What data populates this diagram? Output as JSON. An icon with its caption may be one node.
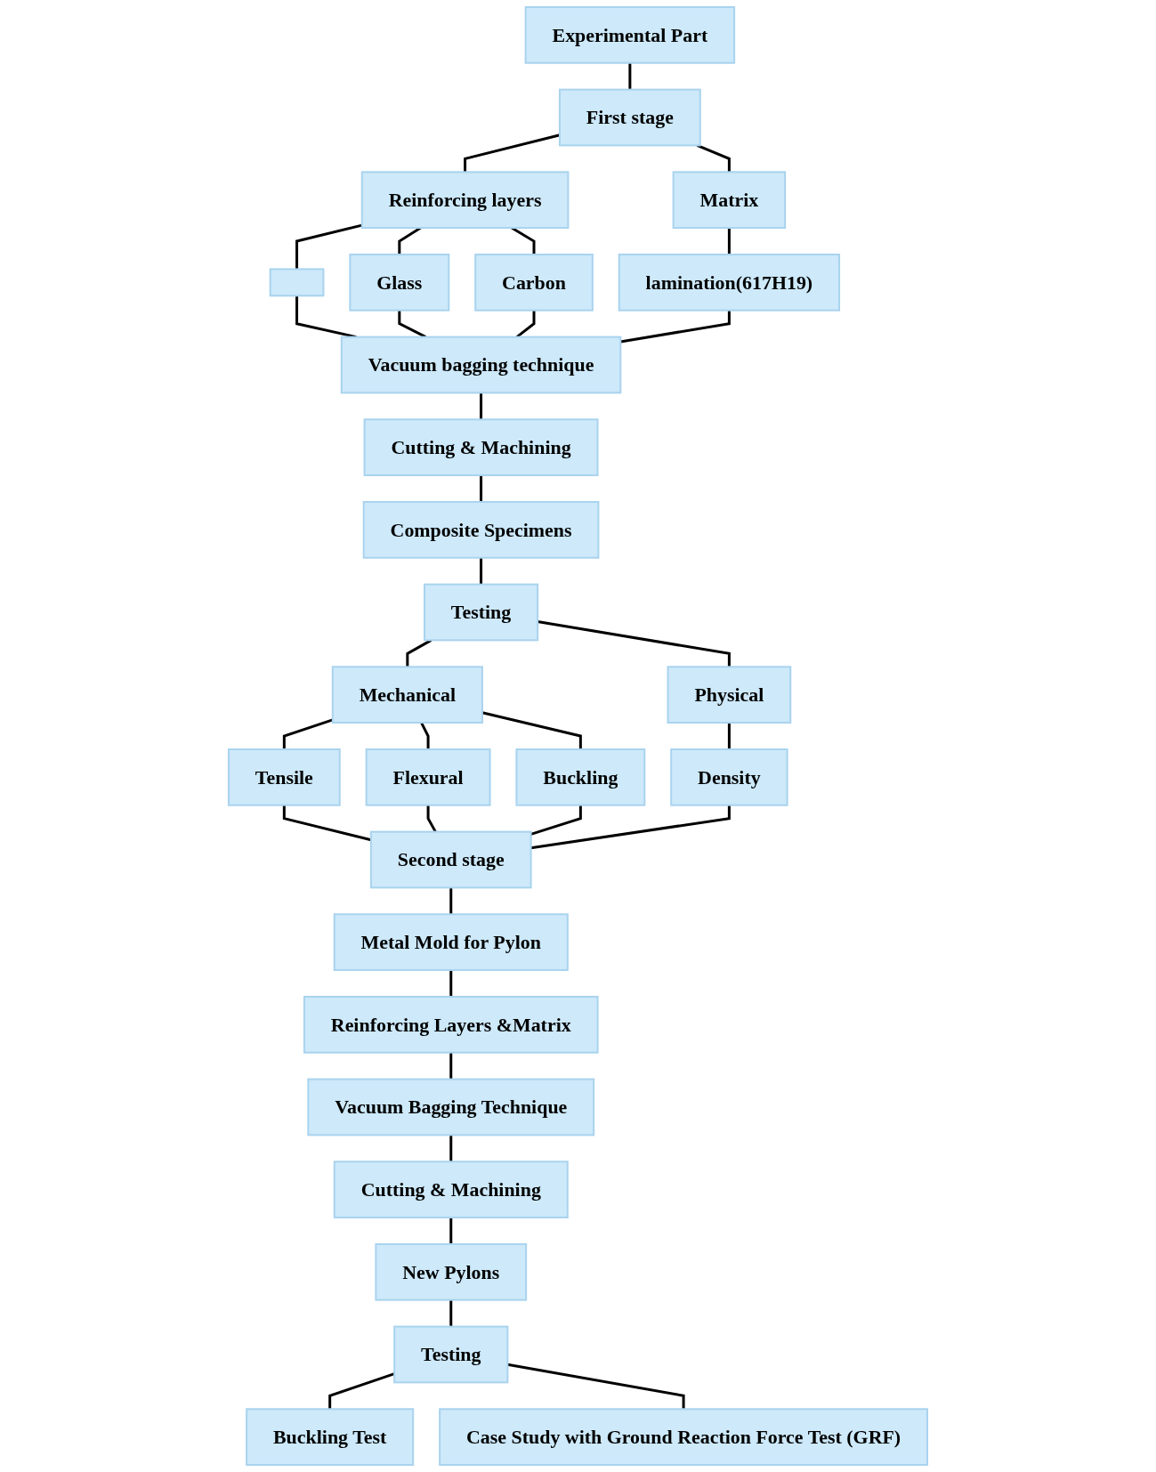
{
  "diagram": {
    "nodes": [
      {
        "text": [
          "Experimental Part"
        ]
      },
      {
        "text": [
          "First stage"
        ]
      },
      {
        "text": [
          "Reinforcing layers"
        ]
      },
      {
        "text": [
          "Matrix"
        ]
      },
      {
        "text": [],
        "shape": "box"
      },
      {
        "text": [
          "Glass"
        ]
      },
      {
        "text": [
          "Carbon"
        ]
      },
      {
        "text": [
          "lamination(617H19)"
        ]
      },
      {
        "text": [
          "Vacuum bagging technique"
        ]
      },
      {
        "text": [
          "Cutting & Machining"
        ]
      },
      {
        "text": [
          "Composite Specimens"
        ]
      },
      {
        "text": [
          "Testing"
        ]
      },
      {
        "text": [
          "Mechanical"
        ]
      },
      {
        "text": [
          "Physical"
        ]
      },
      {
        "text": [
          "Tensile"
        ]
      },
      {
        "text": [
          "Flexural"
        ]
      },
      {
        "text": [
          "Buckling"
        ]
      },
      {
        "text": [
          "Density"
        ]
      },
      {
        "text": [
          "Second stage"
        ]
      },
      {
        "text": [
          "Metal Mold for Pylon"
        ]
      },
      {
        "text": [
          "Reinforcing Layers &Matrix"
        ]
      },
      {
        "text": [
          "Vacuum Bagging Technique"
        ]
      },
      {
        "text": [
          "Cutting & Machining"
        ]
      },
      {
        "text": [
          "New Pylons"
        ]
      },
      {
        "text": [
          "Testing"
        ]
      },
      {
        "text": [
          "Buckling Test"
        ]
      },
      {
        "text": [
          "Case Study with Ground Reaction Force Test (GRF)"
        ]
      }
    ],
    "edges": [
      {
        "from": 0,
        "to": 1,
        "arrow": "none"
      },
      {
        "from": 1,
        "to": 2,
        "arrow": "none"
      },
      {
        "from": 1,
        "to": 3,
        "arrow": "none"
      },
      {
        "from": 2,
        "to": 4,
        "arrow": "none"
      },
      {
        "from": 2,
        "to": 5,
        "arrow": "none"
      },
      {
        "from": 2,
        "to": 6,
        "arrow": "none"
      },
      {
        "from": 3,
        "to": 7,
        "arrow": "none"
      },
      {
        "from": 4,
        "to": 8,
        "arrow": "none"
      },
      {
        "from": 5,
        "to": 8,
        "arrow": "none"
      },
      {
        "from": 6,
        "to": 8,
        "arrow": "none"
      },
      {
        "from": 7,
        "to": 8,
        "arrow": "none"
      },
      {
        "from": 8,
        "to": 9,
        "arrow": "none"
      },
      {
        "from": 9,
        "to": 10,
        "arrow": "none"
      },
      {
        "from": 10,
        "to": 11,
        "arrow": "none"
      },
      {
        "from": 11,
        "to": 12,
        "arrow": "none"
      },
      {
        "from": 11,
        "to": 13,
        "arrow": "none"
      },
      {
        "from": 12,
        "to": 14,
        "arrow": "none"
      },
      {
        "from": 12,
        "to": 15,
        "arrow": "none"
      },
      {
        "from": 12,
        "to": 16,
        "arrow": "none"
      },
      {
        "from": 13,
        "to": 17,
        "arrow": "none"
      },
      {
        "from": 14,
        "to": 18,
        "arrow": "none"
      },
      {
        "from": 15,
        "to": 18,
        "arrow": "none"
      },
      {
        "from": 16,
        "to": 18,
        "arrow": "none"
      },
      {
        "from": 17,
        "to": 18,
        "arrow": "none"
      },
      {
        "from": 18,
        "to": 19,
        "arrow": "none"
      },
      {
        "from": 19,
        "to": 20,
        "arrow": "none"
      },
      {
        "from": 20,
        "to": 21,
        "arrow": "none"
      },
      {
        "from": 21,
        "to": 22,
        "arrow": "none"
      },
      {
        "from": 22,
        "to": 23,
        "arrow": "none"
      },
      {
        "from": 23,
        "to": 24,
        "arrow": "none"
      },
      {
        "from": 24,
        "to": 25,
        "arrow": "none"
      },
      {
        "from": 24,
        "to": 26,
        "arrow": "none"
      }
    ]
  }
}
